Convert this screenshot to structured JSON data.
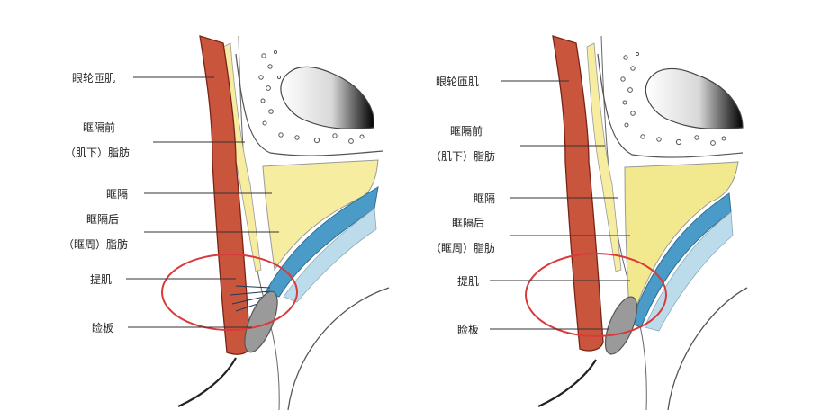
{
  "colors": {
    "muscle": "#c8553c",
    "muscle_outline": "#7a2418",
    "septum_fat": "#f7eda0",
    "post_fat": "#f2e98e",
    "levator_blue": "#4a9bc7",
    "light_blue": "#bcdcec",
    "tarsus": "#9a9a9a",
    "highlight_circle": "#d93a3a",
    "line": "#333333"
  },
  "panels": [
    {
      "labels": {
        "orbicularis": "眼轮匝肌",
        "pre_septal_1": "眶隔前",
        "pre_septal_2": "（肌下）脂肪",
        "septum": "眶隔",
        "post_septal_1": "眶隔后",
        "post_septal_2": "（眶周）脂肪",
        "levator": "提肌",
        "tarsus": "睑板"
      }
    },
    {
      "labels": {
        "orbicularis": "眼轮匝肌",
        "pre_septal_1": "眶隔前",
        "pre_septal_2": "（肌下）脂肪",
        "septum": "眶隔",
        "post_septal_1": "眶隔后",
        "post_septal_2": "（眶周）脂肪",
        "levator": "提肌",
        "tarsus": "睑板"
      }
    }
  ]
}
